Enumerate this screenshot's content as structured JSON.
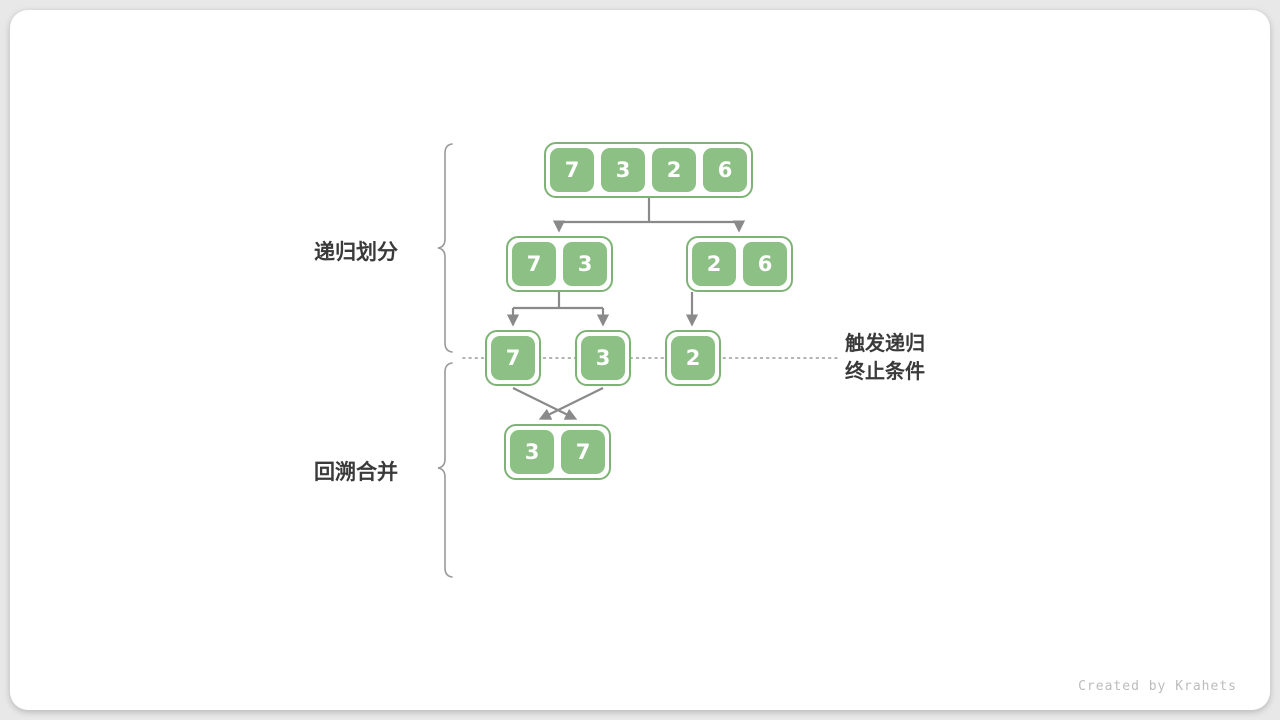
{
  "labels": {
    "divide": "递归划分",
    "merge": "回溯合并",
    "terminate": [
      "触发递归",
      "终止条件"
    ]
  },
  "arrays": {
    "root": [
      "7",
      "3",
      "2",
      "6"
    ],
    "left": [
      "7",
      "3"
    ],
    "right": [
      "2",
      "6"
    ],
    "leaf_7": [
      "7"
    ],
    "leaf_3": [
      "3"
    ],
    "leaf_2": [
      "2"
    ],
    "merged": [
      "3",
      "7"
    ]
  },
  "watermark": "Created by Krahets",
  "colors": {
    "page_bg": "#e8e8e8",
    "card_bg": "#ffffff",
    "cell_green": "#8cc084",
    "cell_border": "#7db374",
    "arrow": "#8a8a8a",
    "dotted_line": "#9a9a9a",
    "brace": "#9a9a9a",
    "label_text": "#3a3a3a",
    "watermark_text": "#bcbcbc"
  }
}
